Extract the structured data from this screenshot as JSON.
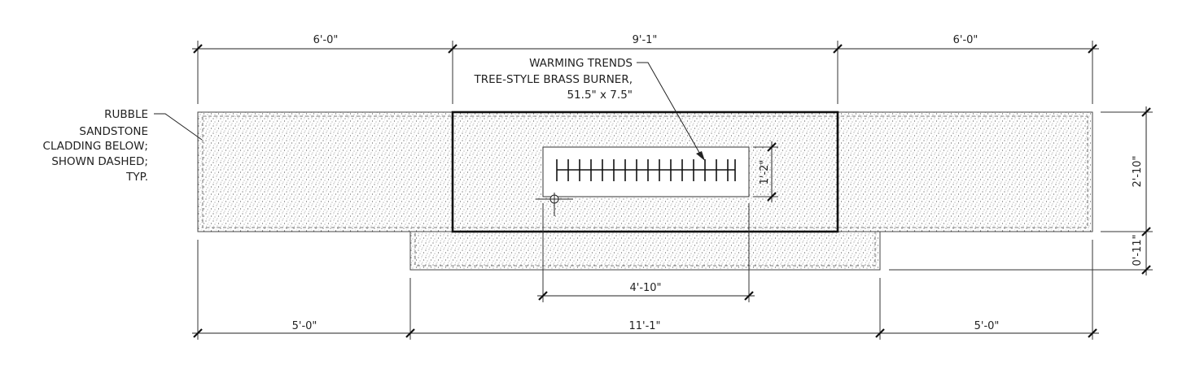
{
  "dimensions": {
    "top": [
      "6'-0\"",
      "9'-1\"",
      "6'-0\""
    ],
    "bottom": [
      "5'-0\"",
      "11'-1\"",
      "5'-0\""
    ],
    "right": [
      "2'-10\"",
      "0'-11\""
    ],
    "burner_width": "4'-10\"",
    "burner_depth": "1'-2\""
  },
  "notes": {
    "cladding": [
      "RUBBLE",
      "SANDSTONE",
      "CLADDING BELOW;",
      "SHOWN DASHED;",
      "TYP."
    ],
    "burner": [
      "WARMING TRENDS",
      "TREE-STYLE BRASS BURNER,",
      "51.5\" x 7.5\""
    ]
  }
}
